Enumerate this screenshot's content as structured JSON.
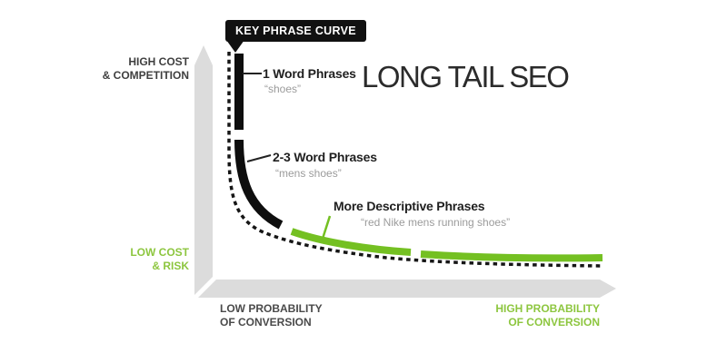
{
  "title": "LONG TAIL SEO",
  "callout": {
    "label": "KEY PHRASE CURVE"
  },
  "y_axis": {
    "top": {
      "line1": "HIGH COST",
      "line2": "& COMPETITION"
    },
    "bottom": {
      "line1": "LOW COST",
      "line2": "& RISK"
    }
  },
  "x_axis": {
    "left": {
      "line1": "LOW PROBABILITY",
      "line2": "OF CONVERSION"
    },
    "right": {
      "line1": "HIGH PROBABILITY",
      "line2": "OF CONVERSION"
    }
  },
  "annotations": [
    {
      "label": "1 Word Phrases",
      "example": "“shoes”"
    },
    {
      "label": "2-3 Word Phrases",
      "example": "“mens shoes”"
    },
    {
      "label": "More Descriptive Phrases",
      "example": "“red Nike mens running shoes”"
    }
  ],
  "colors": {
    "accent_green_text": "#8dc63f",
    "curve_green": "#74c022",
    "curve_black": "#111111",
    "axis_gray": "#dcdcdc",
    "example_gray": "#9b9b9b",
    "dark_label": "#3f3f3f"
  }
}
